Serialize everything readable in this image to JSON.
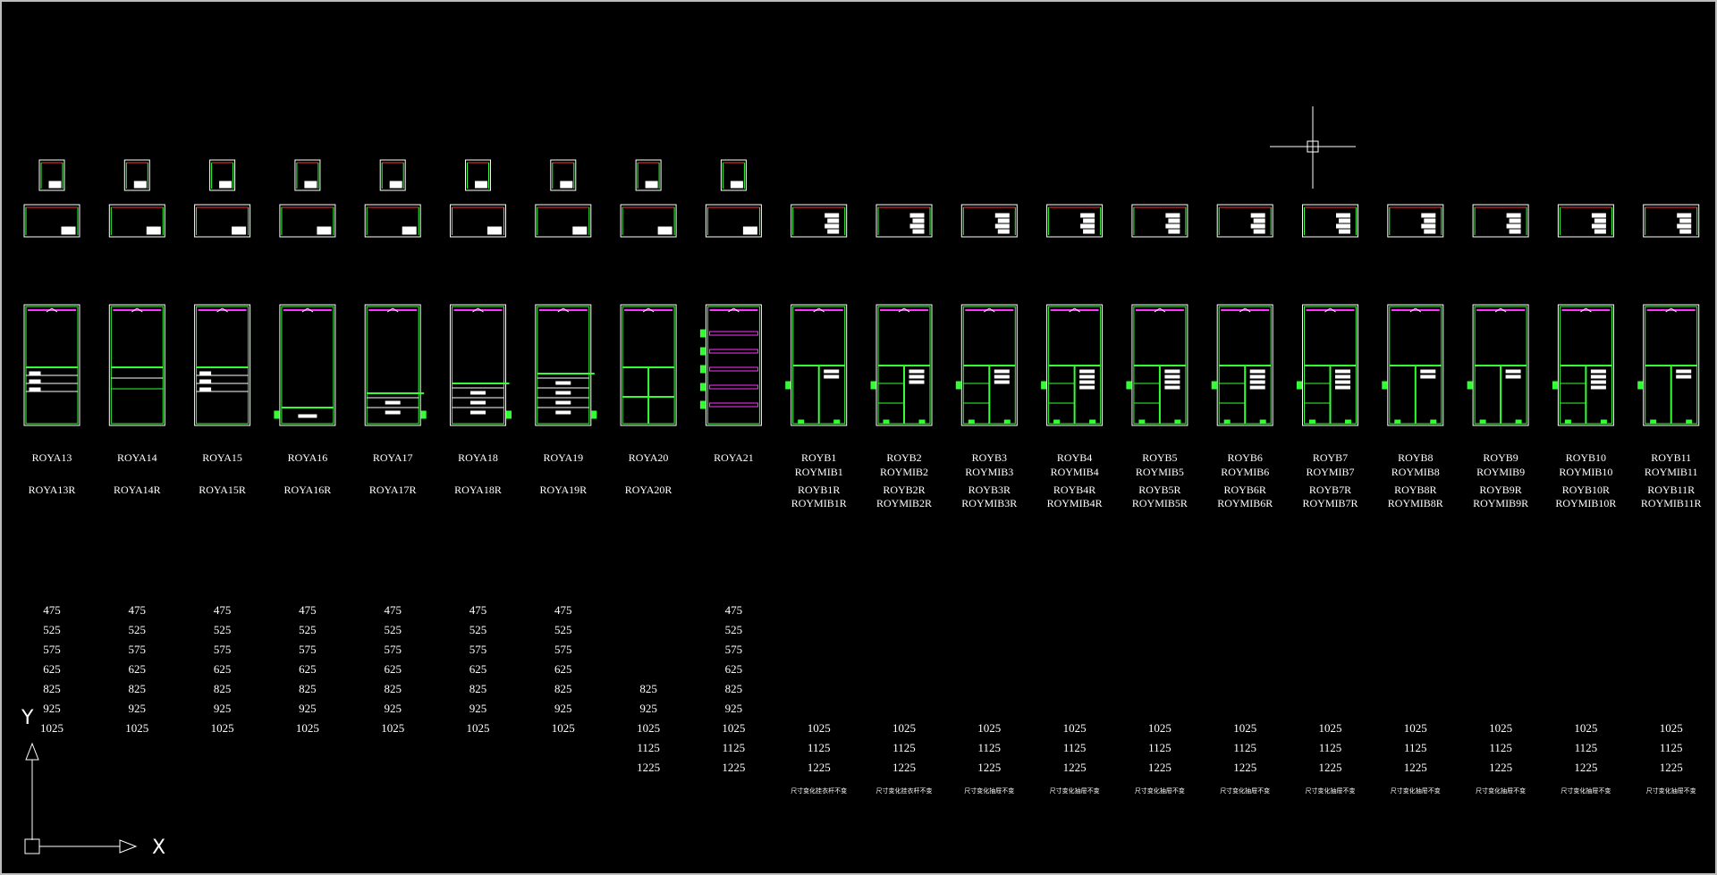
{
  "canvas": {
    "background": "#000000",
    "colors": {
      "outline": "#ffffff",
      "green": "#33ff33",
      "magenta": "#ff33ff",
      "red": "#ff3333",
      "yellow": "#ffff33"
    }
  },
  "cursor": {
    "icon": "crosshair-cursor-icon"
  },
  "ucs": {
    "y_label": "Y",
    "x_label": "X",
    "icon": "ucs-axis-icon"
  },
  "drawings": [
    {
      "names": [
        "ROYA13",
        "",
        "ROYA13R",
        ""
      ],
      "sizes": [
        "475",
        "525",
        "575",
        "625",
        "825",
        "925",
        "1025"
      ],
      "interior": "drawers3",
      "small_top": true,
      "wide_stack": false,
      "note": ""
    },
    {
      "names": [
        "ROYA14",
        "",
        "ROYA14R",
        ""
      ],
      "sizes": [
        "475",
        "525",
        "575",
        "625",
        "825",
        "925",
        "1025"
      ],
      "interior": "drawers2",
      "small_top": true,
      "wide_stack": false,
      "note": ""
    },
    {
      "names": [
        "ROYA15",
        "",
        "ROYA15R",
        ""
      ],
      "sizes": [
        "475",
        "525",
        "575",
        "625",
        "825",
        "925",
        "1025"
      ],
      "interior": "drawers3",
      "small_top": true,
      "wide_stack": false,
      "note": ""
    },
    {
      "names": [
        "ROYA16",
        "",
        "ROYA16R",
        ""
      ],
      "sizes": [
        "475",
        "525",
        "575",
        "625",
        "825",
        "925",
        "1025"
      ],
      "interior": "bottom1",
      "small_top": true,
      "wide_stack": false,
      "note": ""
    },
    {
      "names": [
        "ROYA17",
        "",
        "ROYA17R",
        ""
      ],
      "sizes": [
        "475",
        "525",
        "575",
        "625",
        "825",
        "925",
        "1025"
      ],
      "interior": "bottom2",
      "small_top": true,
      "wide_stack": false,
      "note": ""
    },
    {
      "names": [
        "ROYA18",
        "",
        "ROYA18R",
        ""
      ],
      "sizes": [
        "475",
        "525",
        "575",
        "625",
        "825",
        "925",
        "1025"
      ],
      "interior": "bottom3",
      "small_top": true,
      "wide_stack": false,
      "note": ""
    },
    {
      "names": [
        "ROYA19",
        "",
        "ROYA19R",
        ""
      ],
      "sizes": [
        "475",
        "525",
        "575",
        "625",
        "825",
        "925",
        "1025"
      ],
      "interior": "bottom4",
      "small_top": true,
      "wide_stack": false,
      "note": ""
    },
    {
      "names": [
        "ROYA20",
        "",
        "ROYA20R",
        ""
      ],
      "sizes": [
        "825",
        "925",
        "1025",
        "1125",
        "1225"
      ],
      "interior": "grid4",
      "small_top": true,
      "wide_stack": false,
      "note": ""
    },
    {
      "names": [
        "ROYA21",
        "",
        "",
        ""
      ],
      "sizes": [
        "475",
        "525",
        "575",
        "625",
        "825",
        "925",
        "1025",
        "1125",
        "1225"
      ],
      "interior": "shelves",
      "small_top": true,
      "wide_stack": true,
      "note": ""
    },
    {
      "names": [
        "ROYB1",
        "ROYMIB1",
        "ROYB1R",
        "ROYMIB1R"
      ],
      "sizes": [
        "1025",
        "1125",
        "1225"
      ],
      "interior": "split2",
      "small_top": false,
      "wide_stack": false,
      "note": "尺寸变化挂衣杆不变"
    },
    {
      "names": [
        "ROYB2",
        "ROYMIB2",
        "ROYB2R",
        "ROYMIB2R"
      ],
      "sizes": [
        "1025",
        "1125",
        "1225"
      ],
      "interior": "split3",
      "small_top": false,
      "wide_stack": false,
      "note": "尺寸变化挂衣杆不变"
    },
    {
      "names": [
        "ROYB3",
        "ROYMIB3",
        "ROYB3R",
        "ROYMIB3R"
      ],
      "sizes": [
        "1025",
        "1125",
        "1225"
      ],
      "interior": "split3",
      "small_top": false,
      "wide_stack": false,
      "note": "尺寸变化抽屉不变"
    },
    {
      "names": [
        "ROYB4",
        "ROYMIB4",
        "ROYB4R",
        "ROYMIB4R"
      ],
      "sizes": [
        "1025",
        "1125",
        "1225"
      ],
      "interior": "split4",
      "small_top": false,
      "wide_stack": false,
      "note": "尺寸变化抽屉不变"
    },
    {
      "names": [
        "ROYB5",
        "ROYMIB5",
        "ROYB5R",
        "ROYMIB5R"
      ],
      "sizes": [
        "1025",
        "1125",
        "1225"
      ],
      "interior": "split4",
      "small_top": false,
      "wide_stack": false,
      "note": "尺寸变化抽屉不变"
    },
    {
      "names": [
        "ROYB6",
        "ROYMIB6",
        "ROYB6R",
        "ROYMIB6R"
      ],
      "sizes": [
        "1025",
        "1125",
        "1225"
      ],
      "interior": "split5",
      "small_top": false,
      "wide_stack": false,
      "note": "尺寸变化抽屉不变"
    },
    {
      "names": [
        "ROYB7",
        "ROYMIB7",
        "ROYB7R",
        "ROYMIB7R"
      ],
      "sizes": [
        "1025",
        "1125",
        "1225"
      ],
      "interior": "split5",
      "small_top": false,
      "wide_stack": false,
      "note": "尺寸变化抽屉不变"
    },
    {
      "names": [
        "ROYB8",
        "ROYMIB8",
        "ROYB8R",
        "ROYMIB8R"
      ],
      "sizes": [
        "1025",
        "1125",
        "1225"
      ],
      "interior": "split2",
      "small_top": false,
      "wide_stack": false,
      "note": "尺寸变化抽屉不变"
    },
    {
      "names": [
        "ROYB9",
        "ROYMIB9",
        "ROYB9R",
        "ROYMIB9R"
      ],
      "sizes": [
        "1025",
        "1125",
        "1225"
      ],
      "interior": "split2",
      "small_top": false,
      "wide_stack": false,
      "note": "尺寸变化抽屉不变"
    },
    {
      "names": [
        "ROYB10",
        "ROYMIB10",
        "ROYB10R",
        "ROYMIB10R"
      ],
      "sizes": [
        "1025",
        "1125",
        "1225"
      ],
      "interior": "split5",
      "small_top": false,
      "wide_stack": false,
      "note": "尺寸变化抽屉不变"
    },
    {
      "names": [
        "ROYB11",
        "ROYMIB11",
        "ROYB11R",
        "ROYMIB11R"
      ],
      "sizes": [
        "1025",
        "1125",
        "1225"
      ],
      "interior": "split2",
      "small_top": false,
      "wide_stack": false,
      "note": "尺寸变化抽屉不变"
    }
  ]
}
